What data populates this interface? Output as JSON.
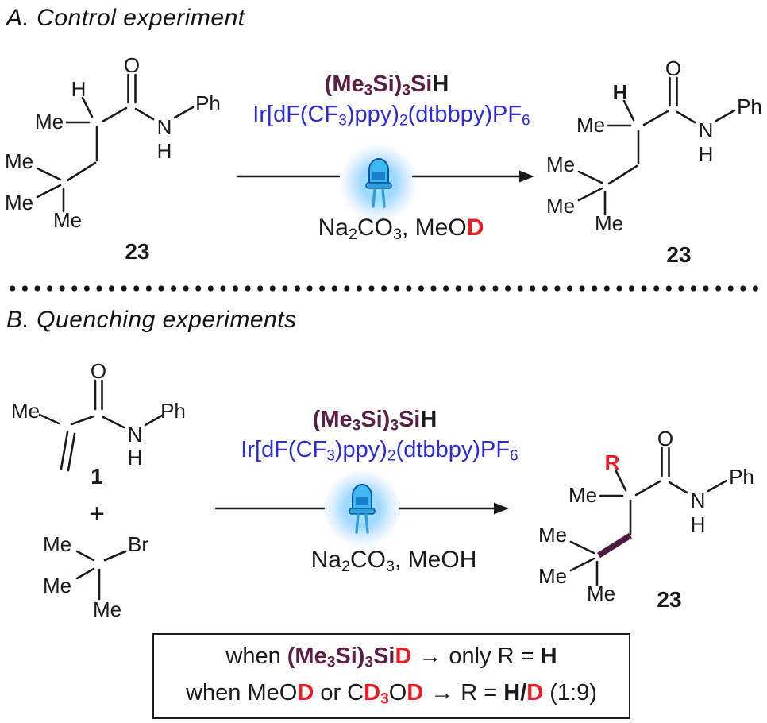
{
  "colors": {
    "maroon": "#5a1e47",
    "blue": "#2b2bd8",
    "red": "#ec1c24",
    "black": "#1a1a1a",
    "bond_highlight": "#4d1a3d"
  },
  "panelA": {
    "title": "A. Control experiment"
  },
  "panelB": {
    "title": "B. Quenching experiments"
  },
  "atoms": {
    "O": "O",
    "H": "H",
    "N": "N",
    "Me": "Me",
    "Ph": "Ph",
    "Br": "Br",
    "R": "R"
  },
  "labels": {
    "c23": "23",
    "c1": "1",
    "plus": "+"
  },
  "silane": {
    "p1": "(Me",
    "s1": "3",
    "p2": "Si)",
    "s2": "3",
    "p3": "Si",
    "H": "H"
  },
  "catalyst": {
    "p1": "Ir[dF(CF",
    "s1": "3",
    "p2": ")ppy)",
    "s2": "2",
    "p3": "(dtbbpy)PF",
    "s3": "6"
  },
  "solventA": {
    "p1": "Na",
    "s1": "2",
    "p2": "CO",
    "s2": "3",
    "p3": ", MeO",
    "D": "D"
  },
  "solventB": {
    "p1": "Na",
    "s1": "2",
    "p2": "CO",
    "s2": "3",
    "p3": ", MeOH"
  },
  "box": {
    "line1": {
      "t1": "when ",
      "D": "D",
      "arrow": "→",
      "t2": "only R = ",
      "H": "H"
    },
    "line2": {
      "t1": "when MeO",
      "d1": "D",
      "t2": " or C",
      "d2": "D",
      "s3": "3",
      "t3": "O",
      "d3": "D",
      "arrow": "→",
      "t4": "R = ",
      "H": "H",
      "slash": "/",
      "d4": "D",
      "t5": " (1:9)"
    }
  }
}
